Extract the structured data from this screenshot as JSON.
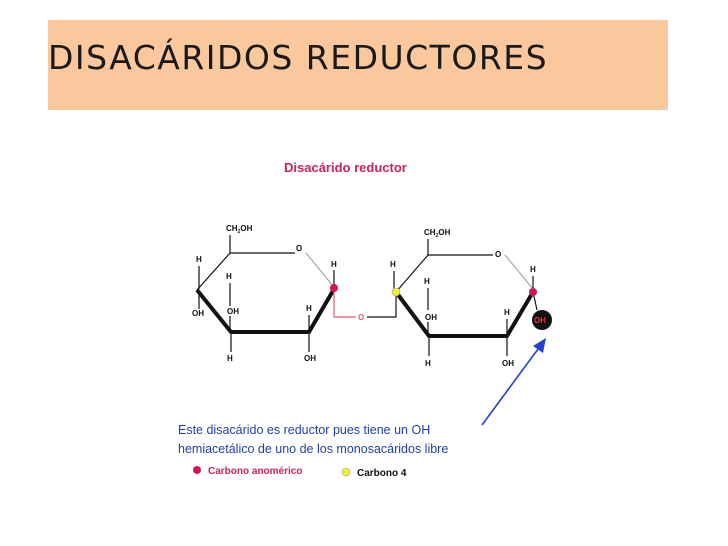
{
  "slide": {
    "title": "DISACÁRIDOS REDUCTORES",
    "header_color": "#fbc89d"
  },
  "diagram": {
    "title": "Disacárido reductor",
    "title_color": "#cc2255",
    "ring_left": {
      "ch2oh": "CH",
      "ch2oh_sub": "2",
      "ch2oh_tail": "OH",
      "ring_o": "O",
      "h_top_left": "H",
      "h_inner_left": "H",
      "h_right": "H",
      "oh_left_outer": "OH",
      "oh_left_inner": "OH",
      "h_lower_right": "H",
      "h_bottom_left": "H",
      "oh_bottom_right": "OH"
    },
    "glycosidic_o": "O",
    "ring_right": {
      "ch2oh": "CH",
      "ch2oh_sub": "2",
      "ch2oh_tail": "OH",
      "ring_o": "O",
      "h_top_left": "H",
      "h_inner_left": "H",
      "h_right": "H",
      "oh_inner": "OH",
      "h_lower_right": "H",
      "oh_free": "OH",
      "h_bottom_left": "H",
      "oh_bottom_right": "OH"
    },
    "explanation_line1": "Este disacárido es reductor pues tiene un OH",
    "explanation_line2": "hemiacetálico de uno de los monosacáridos libre",
    "explanation_color": "#1f3fa8",
    "arrow_color": "#2244cc",
    "legend": [
      {
        "label": "Carbono anomérico",
        "color": "#d4145a",
        "text_color": "#cc2255"
      },
      {
        "label": "Carbono 4",
        "color": "#f2f234",
        "text_color": "#111111"
      }
    ],
    "free_oh_badge_color": "#111111",
    "free_oh_text_color": "#ff2a2a",
    "red_link_color": "#e05a6a"
  }
}
